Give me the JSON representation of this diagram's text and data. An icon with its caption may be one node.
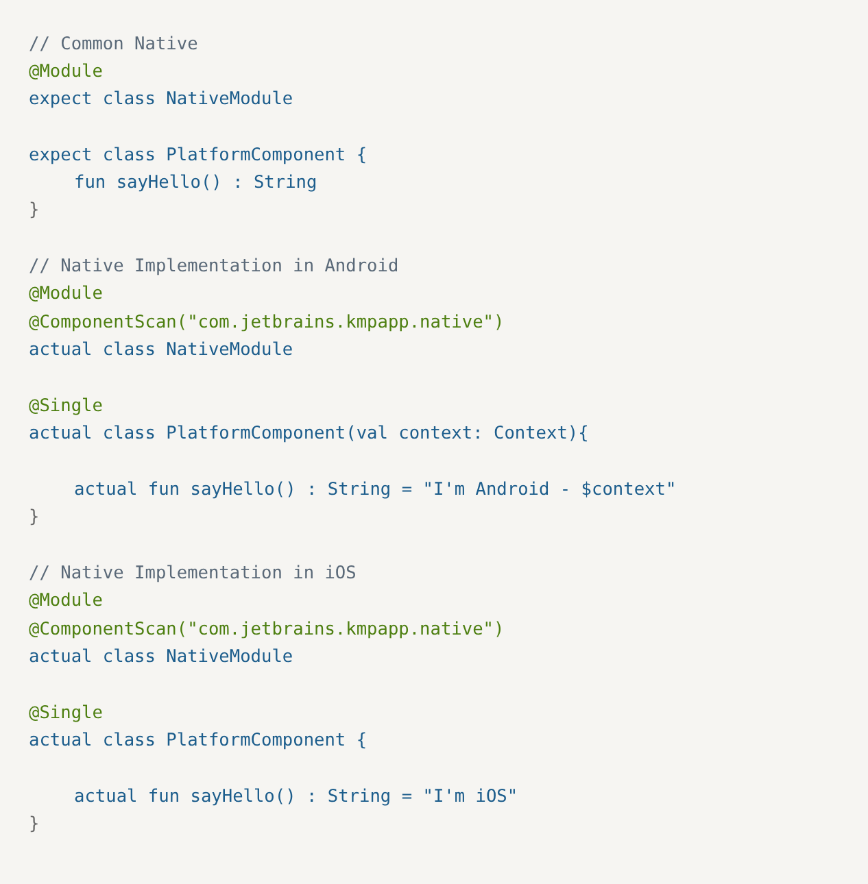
{
  "diagram": {
    "labels": [
      "// Common Native",
      "@Module",
      "expect class NativeModule",
      "expect class PlatformComponent {",
      "fun sayHello() : String",
      "}",
      "// Native Implementation in Android",
      "@Module",
      "@ComponentScan(\"com.jetbrains.kmpapp.native\")",
      "actual class NativeModule",
      "@Single",
      "actual class PlatformComponent(val context: Context){",
      "actual fun sayHello() : String = \"I'm Android - $context\"",
      "}",
      "// Native Implementation in iOS",
      "@Module",
      "@ComponentScan(\"com.jetbrains.kmpapp.native\")",
      "actual class NativeModule",
      "@Single",
      "actual class PlatformComponent {",
      "actual fun sayHello() : String = \"I'm iOS\"",
      "}"
    ]
  }
}
